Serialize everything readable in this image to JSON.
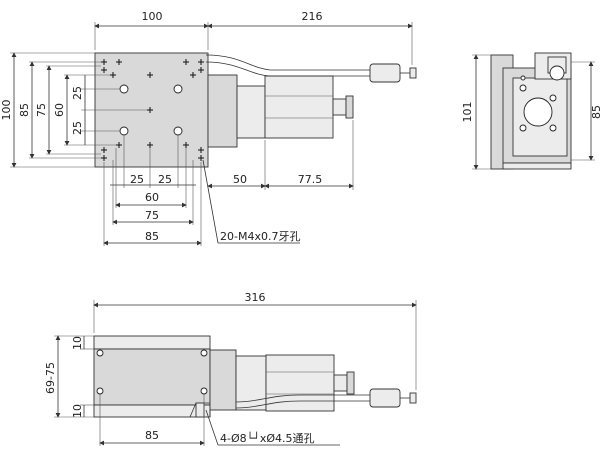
{
  "drawing": {
    "dims": {
      "top_width": "100",
      "top_overall": "216",
      "left_outer": "100",
      "left_85": "85",
      "left_75": "75",
      "left_60": "60",
      "left_25a": "25",
      "left_25b": "25",
      "bot_25a": "25",
      "bot_25b": "25",
      "bot_60": "60",
      "bot_75": "75",
      "bot_85": "85",
      "motor_50": "50",
      "motor_775": "77.5",
      "end_101": "101",
      "end_85": "85",
      "side_316": "316",
      "side_6975": "69-75",
      "side_10a": "10",
      "side_10b": "10",
      "side_85": "85"
    },
    "notes": {
      "tapped_holes": "20-M4x0.7牙孔",
      "through_holes": "4-Ø8└┘xØ4.5通孔"
    }
  }
}
